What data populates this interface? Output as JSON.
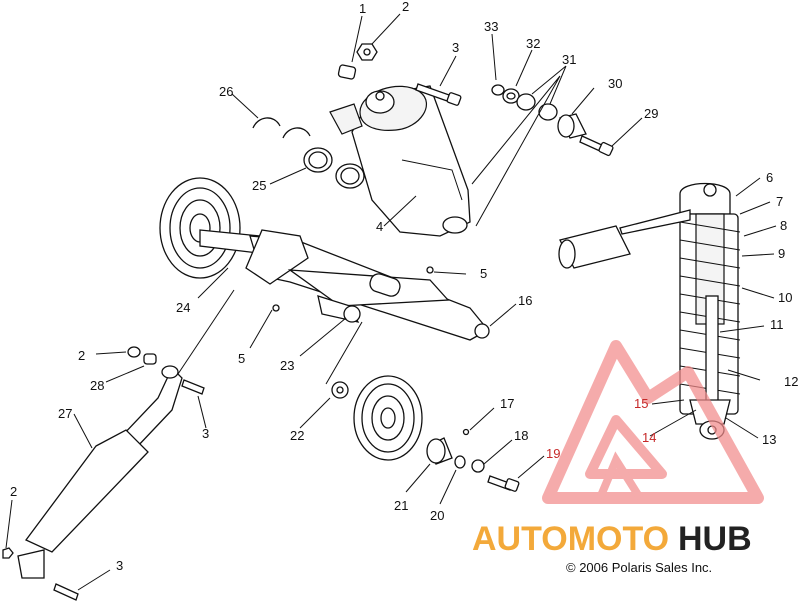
{
  "diagram": {
    "callouts": {
      "c1": "1",
      "c2a": "2",
      "c3a": "3",
      "c33": "33",
      "c32": "32",
      "c31": "31",
      "c26": "26",
      "c30": "30",
      "c29": "29",
      "c25": "25",
      "c4": "4",
      "c6": "6",
      "c7": "7",
      "c8": "8",
      "c9": "9",
      "c5a": "5",
      "c16": "16",
      "c24": "24",
      "c10": "10",
      "c11": "11",
      "c5b": "5",
      "c23": "23",
      "c2b": "2",
      "c28": "28",
      "c12": "12",
      "c15": "15",
      "c3b": "3",
      "c27": "27",
      "c17": "17",
      "c14": "14",
      "c13": "13",
      "c22": "22",
      "c18": "18",
      "c19": "19",
      "c21": "21",
      "c20": "20",
      "c2c": "2",
      "c3c": "3"
    },
    "copyright": "© 2006 Polaris Sales Inc."
  },
  "watermark": {
    "text_left": "AUTOMOTO",
    "text_right": "HUB",
    "color_left": "#f3a93a",
    "color_right": "#222222",
    "logo_color": "#f28b8b"
  }
}
